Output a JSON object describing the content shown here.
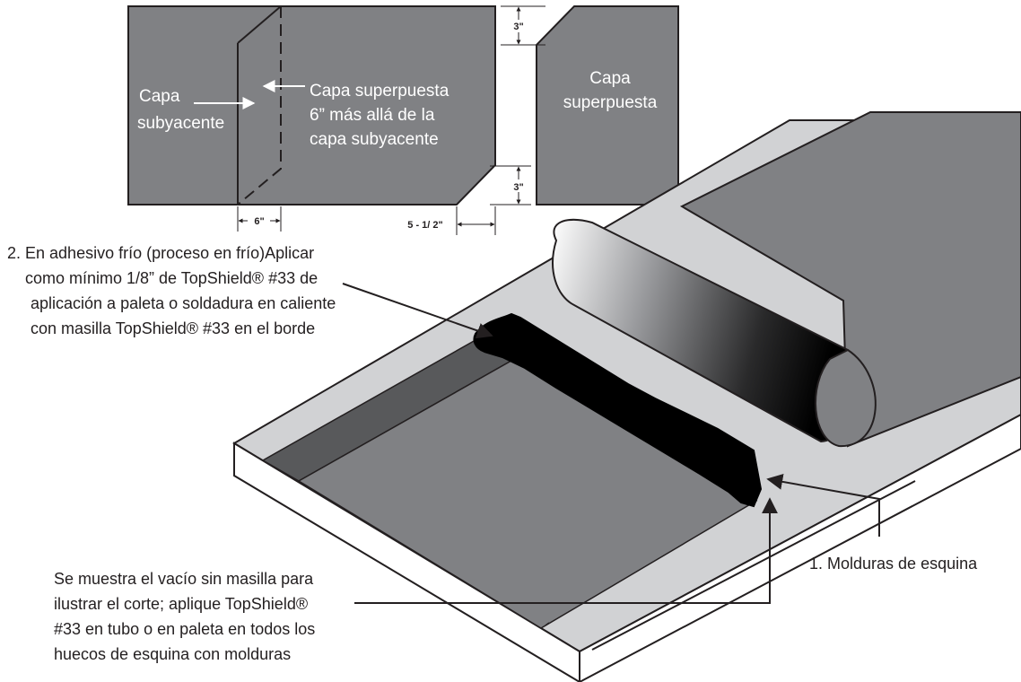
{
  "labels": {
    "underlayer_line1": "Capa",
    "underlayer_line2": "subyacente",
    "overlap_line1": "Capa superpuesta",
    "overlap_line2": "6” más allá de la",
    "overlap_line3": "capa subyacente",
    "overlay_line1": "Capa",
    "overlay_line2": "superpuesta",
    "step2_line1": "2. En adhesivo frío (proceso en frío)Aplicar",
    "step2_line2": "como mínimo 1/8” de TopShield® #33 de",
    "step2_line3": "aplicación a paleta o soldadura en caliente",
    "step2_line4": "con masilla TopShield® #33 en el borde",
    "step1": "1. Molduras de esquina",
    "note_line1": "Se muestra el vacío sin masilla para",
    "note_line2": "ilustrar el corte; aplique TopShield®",
    "note_line3": "#33 en tubo o en paleta en todos los",
    "note_line4": "huecos de esquina con molduras"
  },
  "dimensions": {
    "overlap_width": "6\"",
    "corner_cut_top": "3\"",
    "corner_cut_bottom": "3\"",
    "corner_cut_width": "5 - 1/ 2\""
  },
  "colors": {
    "membrane": "#808184",
    "membrane_dark": "#58595b",
    "base_sheet": "#d1d2d4",
    "substrate": "#ffffff",
    "mastic": "#000000",
    "text_on_membrane": "#ffffff",
    "text": "#231f20"
  }
}
